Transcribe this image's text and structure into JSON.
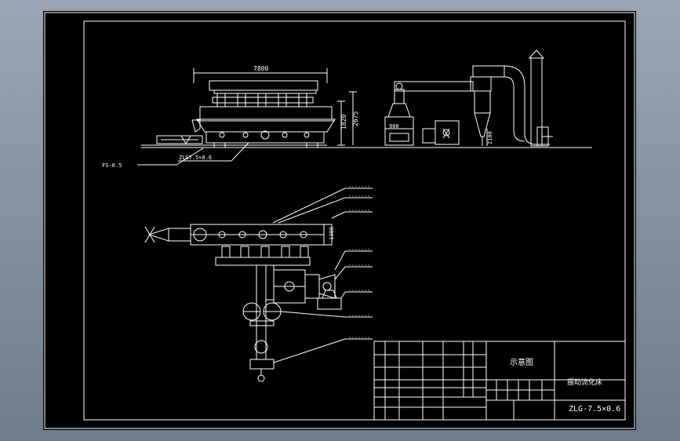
{
  "drawing": {
    "dims": {
      "overall_length": "7800",
      "height_total": "2675",
      "height_bed": "1820",
      "pipe_dia": "900",
      "cyclone_height": "2100",
      "plan_width": "1300"
    },
    "labels": {
      "feeder": "FS-0.5",
      "bed_model": "ZLG7.5×0.6"
    }
  },
  "title_block": {
    "drawing_name": "示意图",
    "product_name": "振动流化床",
    "model": "ZLG-7.5×0.6"
  },
  "colors": {
    "background": "#7f8c9a",
    "sheet": "#000000",
    "line": "#ffffff"
  }
}
